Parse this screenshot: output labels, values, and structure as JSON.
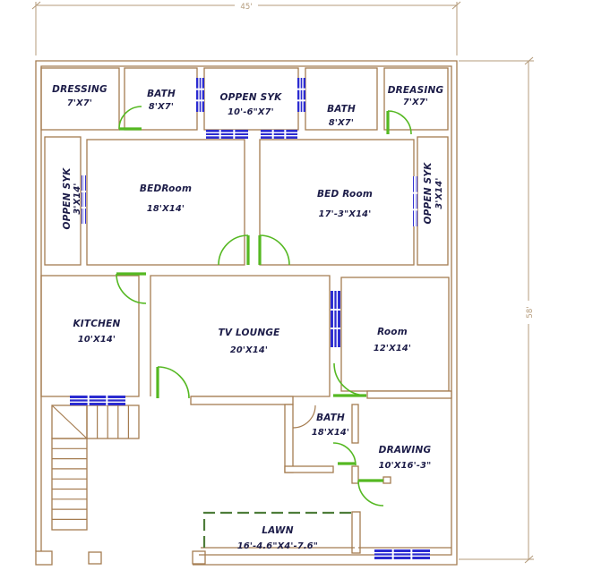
{
  "plan": {
    "dimensions": {
      "top": "45'",
      "right": "58'"
    },
    "rooms": [
      {
        "name": "DRESSING",
        "size": "7'X7'"
      },
      {
        "name": "BATH",
        "size": "8'X7'"
      },
      {
        "name": "OPPEN SYK",
        "size": "10'-6\"X7'"
      },
      {
        "name": "BATH",
        "size": "8'X7'"
      },
      {
        "name": "DREASING",
        "size": "7'X7'"
      },
      {
        "name": "OPPEN SYK",
        "size": "3'X14'"
      },
      {
        "name": "BEDRoom",
        "size": "18'X14'"
      },
      {
        "name": "BED Room",
        "size": "17'-3\"X14'"
      },
      {
        "name": "OPPEN SYK",
        "size": "3'X14'"
      },
      {
        "name": "KITCHEN",
        "size": "10'X14'"
      },
      {
        "name": "TV LOUNGE",
        "size": "20'X14'"
      },
      {
        "name": "Room",
        "size": "12'X14'"
      },
      {
        "name": "BATH",
        "size": "18'X14'"
      },
      {
        "name": "DRAWING",
        "size": "10'X16'-3\""
      },
      {
        "name": "LAWN",
        "size": "16'-4.6\"X4'-7.6\""
      }
    ],
    "colors": {
      "wall": "#a57c50",
      "window": "#2b2bd0",
      "door": "#55b822",
      "lawn_dash": "#4e7d3a",
      "dimension": "#b49b7b",
      "label": "#1d1d49"
    }
  }
}
